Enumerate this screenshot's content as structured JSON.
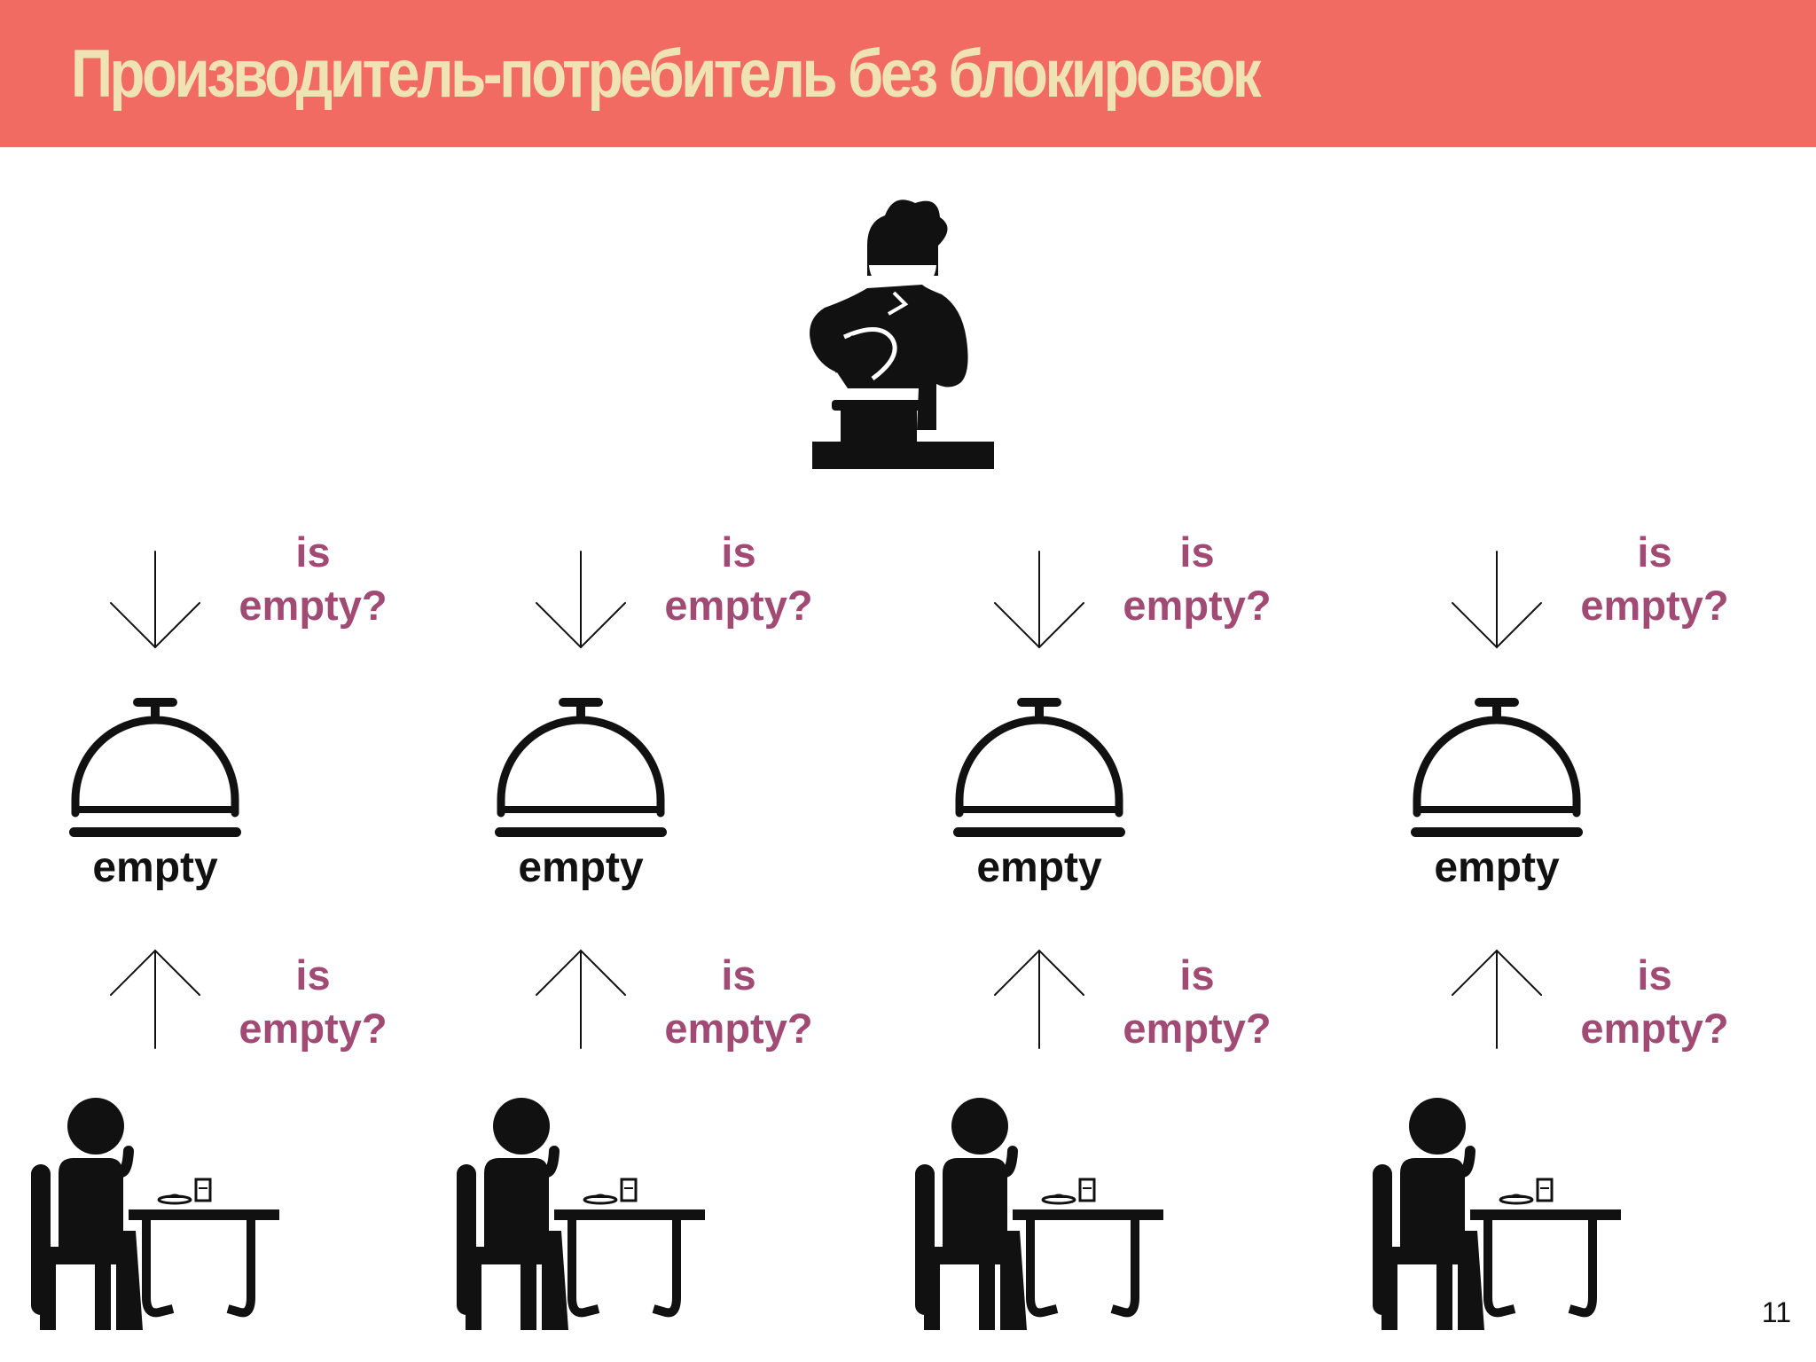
{
  "slide": {
    "title": "Производитель-потребитель без блокировок",
    "page_number": "11",
    "accent_color": "#f26b63",
    "title_color": "#efe3b4",
    "question_color": "#a04a74"
  },
  "producer": {
    "icon": "chef-cooking-icon"
  },
  "columns": [
    {
      "plate_state": "empty",
      "producer_question": [
        "is",
        "empty?"
      ],
      "consumer_question": [
        "is",
        "empty?"
      ],
      "icons": [
        "arrow-down-icon",
        "food-cloche-icon",
        "arrow-up-icon",
        "diner-at-table-icon"
      ]
    },
    {
      "plate_state": "empty",
      "producer_question": [
        "is",
        "empty?"
      ],
      "consumer_question": [
        "is",
        "empty?"
      ],
      "icons": [
        "arrow-down-icon",
        "food-cloche-icon",
        "arrow-up-icon",
        "diner-at-table-icon"
      ]
    },
    {
      "plate_state": "empty",
      "producer_question": [
        "is",
        "empty?"
      ],
      "consumer_question": [
        "is",
        "empty?"
      ],
      "icons": [
        "arrow-down-icon",
        "food-cloche-icon",
        "arrow-up-icon",
        "diner-at-table-icon"
      ]
    },
    {
      "plate_state": "empty",
      "producer_question": [
        "is",
        "empty?"
      ],
      "consumer_question": [
        "is",
        "empty?"
      ],
      "icons": [
        "arrow-down-icon",
        "food-cloche-icon",
        "arrow-up-icon",
        "diner-at-table-icon"
      ]
    }
  ]
}
